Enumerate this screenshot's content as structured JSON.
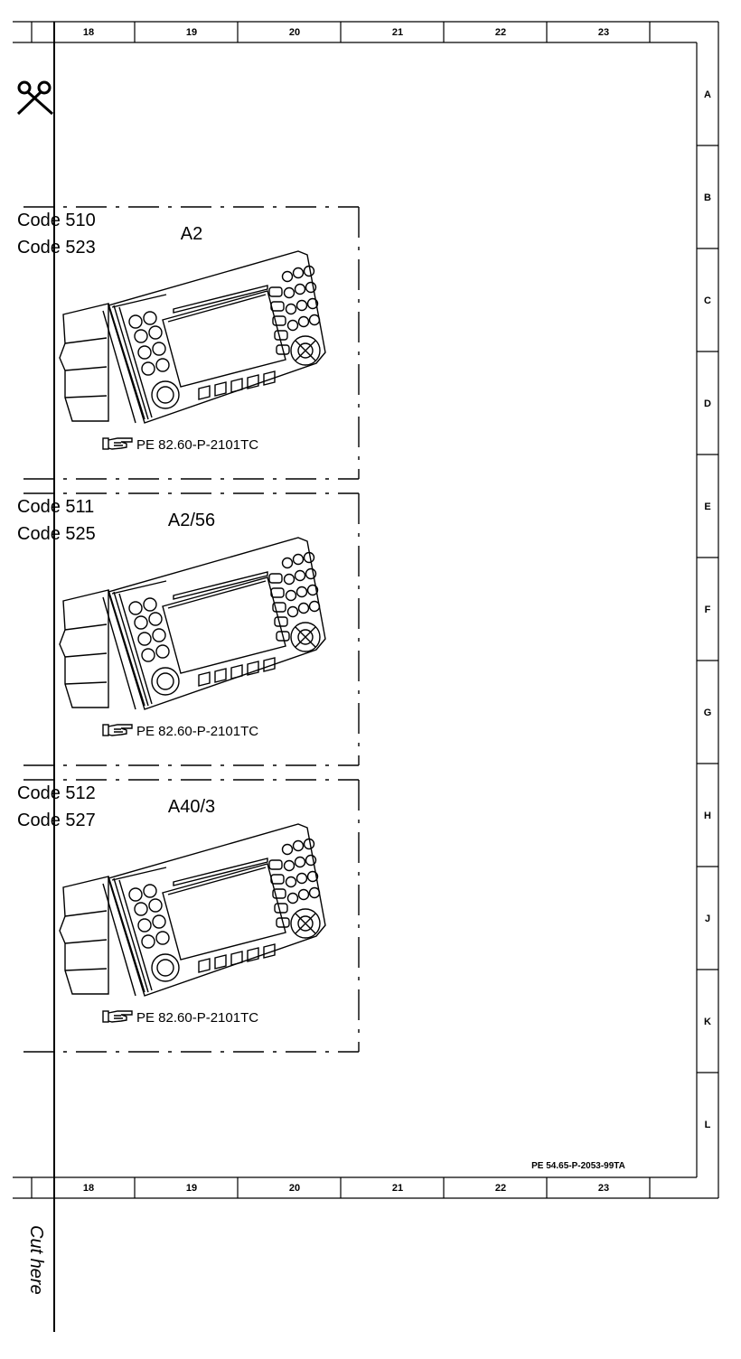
{
  "columns": [
    "18",
    "19",
    "20",
    "21",
    "22",
    "23"
  ],
  "rows": [
    "A",
    "B",
    "C",
    "D",
    "E",
    "F",
    "G",
    "H",
    "J",
    "K",
    "L"
  ],
  "panels": [
    {
      "codes": [
        "Code 510",
        "Code 523"
      ],
      "component": "A2",
      "reference": "PE 82.60-P-2101TC"
    },
    {
      "codes": [
        "Code 511",
        "Code 525"
      ],
      "component": "A2/56",
      "reference": "PE 82.60-P-2101TC"
    },
    {
      "codes": [
        "Code 512",
        "Code 527"
      ],
      "component": "A40/3",
      "reference": "PE 82.60-P-2101TC"
    }
  ],
  "document_id": "PE 54.65-P-2053-99TA",
  "cut_label": "Cut here",
  "icons": {
    "scissors": "scissors-icon",
    "pointer": "pointing-hand-icon"
  }
}
